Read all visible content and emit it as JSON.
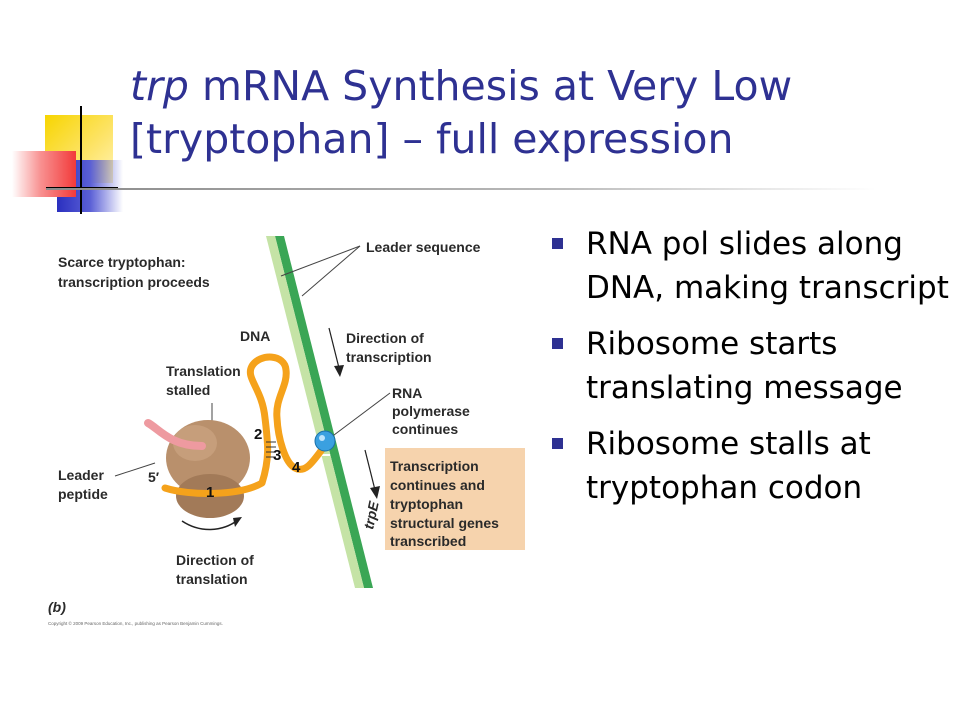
{
  "slide": {
    "title_italic": "trp",
    "title_rest_line1": " mRNA Synthesis at Very Low",
    "title_line2": "[tryptophan] – full expression",
    "bullets": [
      "RNA pol slides along DNA, making transcript",
      "Ribosome starts translating message",
      "Ribosome stalls at tryptophan codon"
    ]
  },
  "diagram": {
    "heading_line1": "Scarce tryptophan:",
    "heading_line2": "transcription proceeds",
    "leader_sequence": "Leader sequence",
    "dna": "DNA",
    "direction_transcription_1": "Direction of",
    "direction_transcription_2": "transcription",
    "translation_stalled_1": "Translation",
    "translation_stalled_2": "stalled",
    "rna_polymerase_1": "RNA",
    "rna_polymerase_2": "polymerase",
    "rna_polymerase_3": "continues",
    "leader_peptide_1": "Leader",
    "leader_peptide_2": "peptide",
    "five_prime": "5′",
    "region_1": "1",
    "region_2": "2",
    "region_3": "3",
    "region_4": "4",
    "trpE": "trpE",
    "box_1": "Transcription",
    "box_2": "continues and",
    "box_3": "tryptophan",
    "box_4": "structural genes",
    "box_5": "transcribed",
    "direction_translation_1": "Direction of",
    "direction_translation_2": "translation",
    "panel_label": "(b)",
    "copyright": "Copyright © 2009 Pearson Education, Inc., publishing as Pearson Benjamin Cummings."
  },
  "colors": {
    "title": "#2e3192",
    "bullet_square": "#2e3192",
    "dna_dark": "#3aa655",
    "dna_light": "#c5e3a6",
    "mrna": "#f5a21b",
    "ribosome": "#b9906c",
    "leader_peptide": "#ee9aa0",
    "polymerase": "#3aa0e0",
    "box_fill": "#f6d3ad"
  }
}
